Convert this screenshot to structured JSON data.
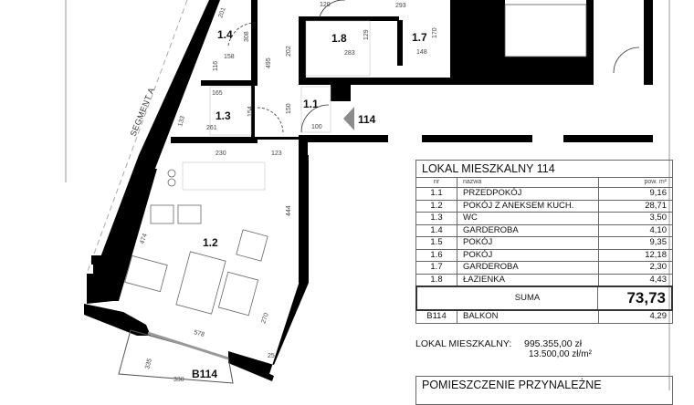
{
  "plan": {
    "segment_label": "SEGMENT A",
    "entrance_label": "114",
    "rooms": {
      "r11": "1.1",
      "r12": "1.2",
      "r13": "1.3",
      "r14": "1.4",
      "r17": "1.7",
      "r18": "1.8",
      "balcony": "B114"
    },
    "dimensions": {
      "d201": "201",
      "d308": "308",
      "d158": "158",
      "d116": "116",
      "d165": "165",
      "d154": "154",
      "d261": "261",
      "d133": "133",
      "d495": "495",
      "d202": "202",
      "d150": "150",
      "d100": "100",
      "d123": "123",
      "d230": "230",
      "d444": "444",
      "d474": "474",
      "d578": "578",
      "d270": "270",
      "d25": "25",
      "d330": "330",
      "d335": "335",
      "d120": "120",
      "d129": "129",
      "d283": "283",
      "d293": "293",
      "d148": "148",
      "d170": "170"
    },
    "colors": {
      "wall": "#000000",
      "arrow": "#8c8c8c"
    }
  },
  "table": {
    "title": "LOKAL MIESZKALNY 114",
    "headers": {
      "nr": "nr",
      "name": "nazwa",
      "area": "pow. m²"
    },
    "rows": [
      {
        "nr": "1.1",
        "name": "PRZEDPOKÓJ",
        "area": "9,16"
      },
      {
        "nr": "1.2",
        "name": "POKÓJ Z ANEKSEM KUCH.",
        "area": "28,71"
      },
      {
        "nr": "1.3",
        "name": "WC",
        "area": "3,50"
      },
      {
        "nr": "1.4",
        "name": "GARDEROBA",
        "area": "4,10"
      },
      {
        "nr": "1.5",
        "name": "POKÓJ",
        "area": "9,35"
      },
      {
        "nr": "1.6",
        "name": "POKÓJ",
        "area": "12,18"
      },
      {
        "nr": "1.7",
        "name": "GARDEROBA",
        "area": "2,30"
      },
      {
        "nr": "1.8",
        "name": "ŁAZIENKA",
        "area": "4,43"
      }
    ],
    "sum_label": "SUMA",
    "sum_value": "73,73",
    "balcony": {
      "nr": "B114",
      "name": "BALKON",
      "area": "4,29"
    }
  },
  "price": {
    "label": "LOKAL MIESZKALNY:",
    "total": "995.355,00 zł",
    "per_m2": "13.500,00 zł/m²"
  },
  "annex": {
    "title": "POMIESZCZENIE PRZYNALEŻNE"
  }
}
